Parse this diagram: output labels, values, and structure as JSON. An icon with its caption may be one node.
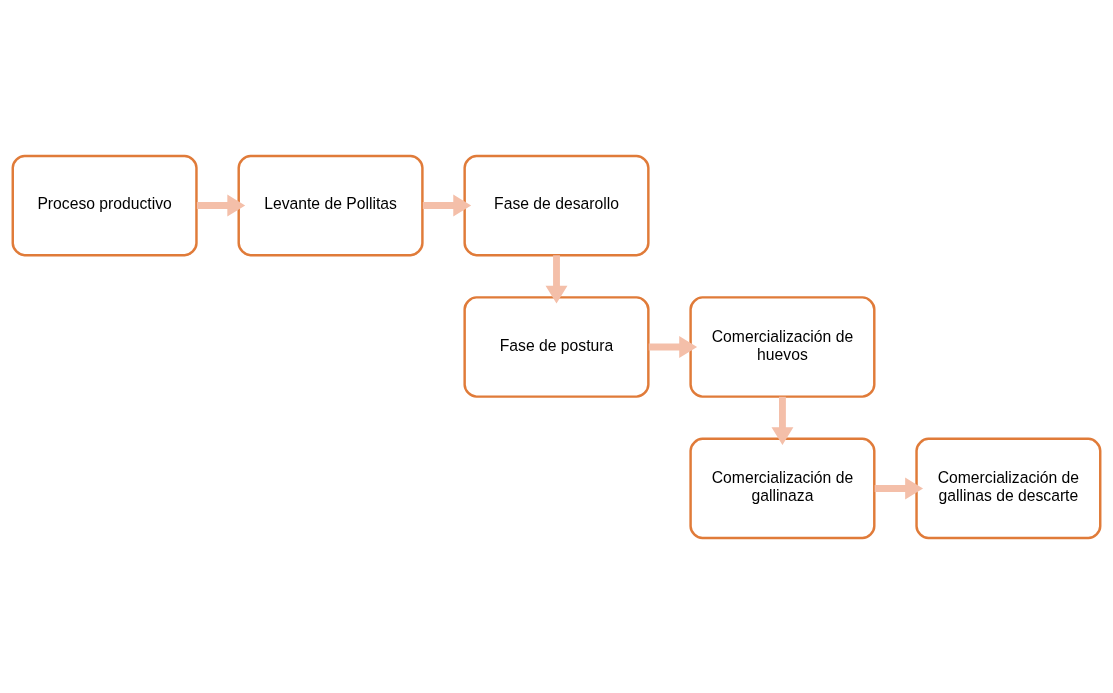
{
  "diagram": {
    "nodes": [
      {
        "text": [
          "Proceso productivo"
        ]
      },
      {
        "text": [
          "Levante de Pollitas"
        ]
      },
      {
        "text": [
          "Fase de desarollo"
        ]
      },
      {
        "text": [
          "Fase de postura"
        ]
      },
      {
        "text": [
          "Comercialización de huevos"
        ]
      },
      {
        "text": [
          "Comercialización de gallinaza"
        ]
      },
      {
        "text": [
          "Comercialización de gallinas de descarte"
        ]
      }
    ],
    "edges": [
      {
        "from": 0,
        "to": 1,
        "arrow": "to"
      },
      {
        "from": 1,
        "to": 2,
        "arrow": "to"
      },
      {
        "from": 2,
        "to": 3,
        "arrow": "to"
      },
      {
        "from": 3,
        "to": 4,
        "arrow": "to"
      },
      {
        "from": 4,
        "to": 5,
        "arrow": "to"
      },
      {
        "from": 5,
        "to": 6,
        "arrow": "to"
      }
    ]
  }
}
